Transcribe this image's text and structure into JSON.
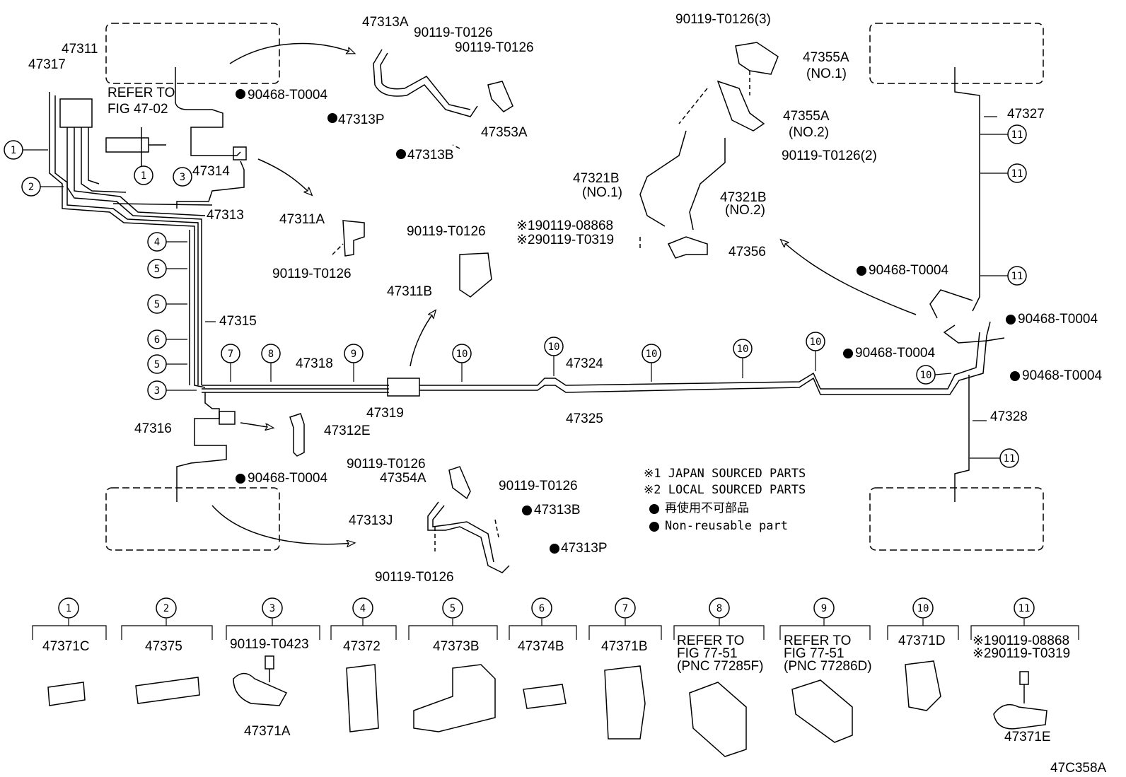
{
  "parts": {
    "p47311": "47311",
    "p47317": "47317",
    "refer_fig_47_02_l1": "REFER TO",
    "refer_fig_47_02_l2": "FIG 47-02",
    "p90468_top": "90468-T0004",
    "p47314": "47314",
    "p47313": "47313",
    "p47313A": "47313A",
    "p90119_a": "90119-T0126",
    "p90119_b": "90119-T0126",
    "p47313P_top": "47313P",
    "p47313B_top": "47313B",
    "p47353A": "47353A",
    "p47311A": "47311A",
    "p90119_c": "90119-T0126",
    "p90119_d": "90119-T0126",
    "p47311B": "47311B",
    "p47315": "47315",
    "p47318": "47318",
    "p47319": "47319",
    "p47324": "47324",
    "p47325": "47325",
    "p47316": "47316",
    "p47312E": "47312E",
    "p90119_e": "90119-T0126",
    "p90468_bot": "90468-T0004",
    "p47354A": "47354A",
    "p90119_f": "90119-T0126",
    "p47313B_bot": "47313B",
    "p47313J": "47313J",
    "p47313P_bot": "47313P",
    "p90119_g": "90119-T0126",
    "p90119_3": "90119-T0126(3)",
    "p47355A_1": "47355A",
    "no1_a": "(NO.1)",
    "p47355A_2": "47355A",
    "no2_a": "(NO.2)",
    "p90119_2": "90119-T0126(2)",
    "p47321B_1": "47321B",
    "no1_b": "(NO.1)",
    "p47321B_2": "47321B",
    "no2_b": "(NO.2)",
    "p_jp_08868": "※190119-08868",
    "p_local_t0319": "※290119-T0319",
    "p47356": "47356",
    "p47327": "47327",
    "p90468_r1": "90468-T0004",
    "p90468_r2": "90468-T0004",
    "p90468_r3": "90468-T0004",
    "p90468_r4": "90468-T0004",
    "p47328": "47328"
  },
  "notes": {
    "japan": "※1 JAPAN SOURCED PARTS",
    "local": "※2 LOCAL SOURCED PARTS",
    "nonreuse_jp": "再使用不可部品",
    "nonreuse_en": "Non-reusable part"
  },
  "callouts": [
    "1",
    "2",
    "3",
    "4",
    "5",
    "6",
    "7",
    "8",
    "9",
    "10",
    "11"
  ],
  "legend": [
    {
      "num": "1",
      "label": "47371C"
    },
    {
      "num": "2",
      "label": "47375"
    },
    {
      "num": "3",
      "label": "90119-T0423",
      "sub": "47371A"
    },
    {
      "num": "4",
      "label": "47372"
    },
    {
      "num": "5",
      "label": "47373B"
    },
    {
      "num": "6",
      "label": "47374B"
    },
    {
      "num": "7",
      "label": "47371B"
    },
    {
      "num": "8",
      "ref1": "REFER TO",
      "ref2": "FIG 77-51",
      "ref3": "(PNC 77285F)"
    },
    {
      "num": "9",
      "ref1": "REFER TO",
      "ref2": "FIG 77-51",
      "ref3": "(PNC 77286D)"
    },
    {
      "num": "10",
      "label": "47371D"
    },
    {
      "num": "11",
      "ref1": "※190119-08868",
      "ref2": "※290119-T0319",
      "sub": "47371E"
    }
  ],
  "figure_id": "47C358A"
}
